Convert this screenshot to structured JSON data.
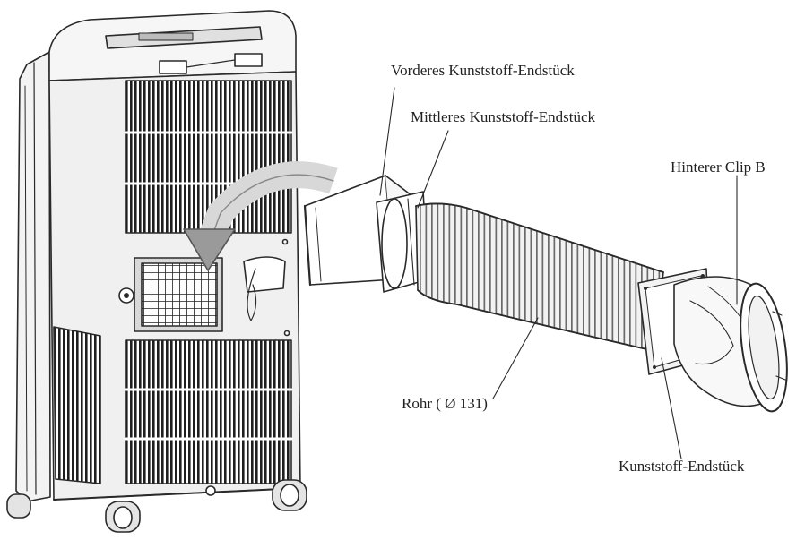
{
  "labels": {
    "front_end_piece": "Vorderes Kunststoff-Endstück",
    "middle_end_piece": "Mittleres Kunststoff-Endstück",
    "rear_clip": "Hinterer Clip B",
    "hose": "Rohr ( Ø 131)",
    "end_piece": "Kunststoff-Endstück"
  },
  "colors": {
    "line": "#2a2a2a",
    "panel": "#ededed",
    "arrow": "#555555"
  }
}
